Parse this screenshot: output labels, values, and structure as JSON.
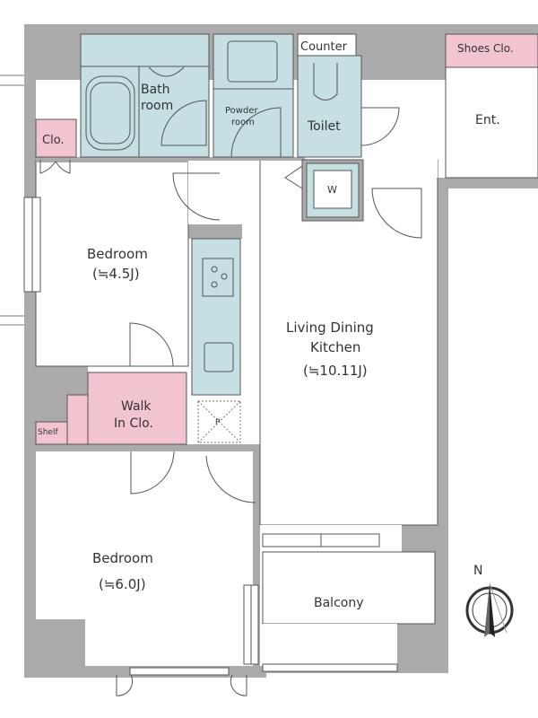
{
  "rooms": {
    "bathroom": {
      "line1": "Bath",
      "line2": "room"
    },
    "powder_room": {
      "line1": "Powder",
      "line2": "room"
    },
    "counter": "Counter",
    "toilet": "Toilet",
    "shoes_closet": "Shoes  Clo.",
    "entrance": "Ent.",
    "closet": "Clo.",
    "washer": "W",
    "bedroom1": {
      "name": "Bedroom",
      "size": "(≒4.5J)"
    },
    "ldk": {
      "line1": "Living Dining",
      "line2": "Kitchen",
      "size": "(≒10.11J)"
    },
    "walk_in_closet": {
      "line1": "Walk",
      "line2": "In Clo."
    },
    "shelf": "Shelf",
    "pipe_space": "P",
    "bedroom2": {
      "name": "Bedroom",
      "size": "(≒6.0J)"
    },
    "balcony": "Balcony"
  },
  "compass": {
    "north": "N"
  },
  "colors": {
    "wall": "#aaaaaa",
    "wet_area": "#c5dfe3",
    "storage": "#f2c4d0",
    "line": "#555555"
  }
}
